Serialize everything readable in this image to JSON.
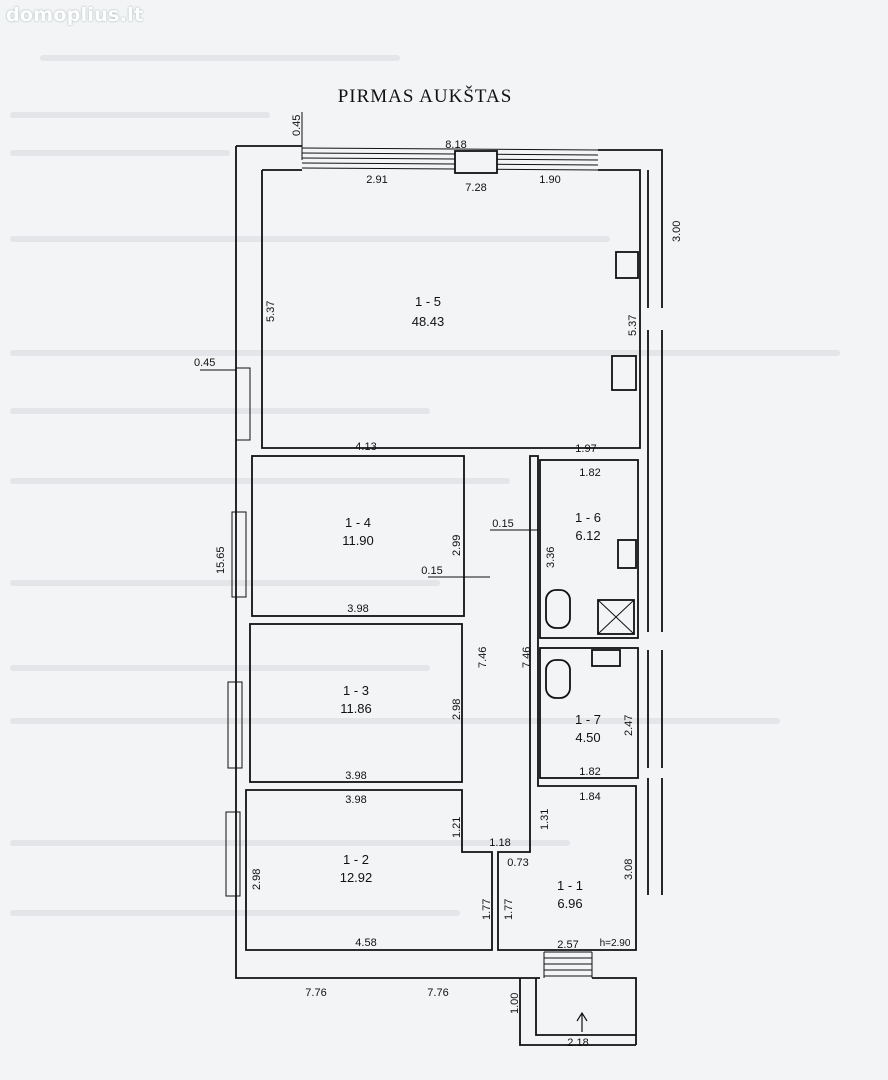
{
  "watermark": "domoplius.lt",
  "title": "PIRMAS AUKŠTAS",
  "rooms": [
    {
      "id": "1 - 5",
      "area": "48.43"
    },
    {
      "id": "1 - 4",
      "area": "11.90"
    },
    {
      "id": "1 - 3",
      "area": "11.86"
    },
    {
      "id": "1 - 2",
      "area": "12.92"
    },
    {
      "id": "1 - 6",
      "area": "6.12"
    },
    {
      "id": "1 - 7",
      "area": "4.50"
    },
    {
      "id": "1 - 1",
      "area": "6.96"
    }
  ],
  "dimensions": {
    "top_total": "8.18",
    "top_left": "2.91",
    "top_mid": "7.28",
    "top_right": "1.90",
    "wall_045_top": "0.45",
    "wall_045_left": "0.45",
    "left_537": "5.37",
    "right_537": "5.37",
    "right_300": "3.00",
    "total_1565": "15.65",
    "r5_bottom": "4.13",
    "r5_right_bottom": "1.97",
    "r6_top": "1.82",
    "r6_h": "3.36",
    "wall_015_a": "0.15",
    "wall_015_b": "0.15",
    "r4_h": "2.99",
    "r4_bottom": "3.98",
    "corr_left": "7.46",
    "corr_right": "7.46",
    "r3_h": "2.98",
    "r3_bottom": "3.98",
    "r2_top": "3.98",
    "r2_left": "2.98",
    "r2_bottom": "4.58",
    "r7_h": "2.47",
    "r7_bottom": "1.82",
    "r1_top": "1.84",
    "r1_h": "3.08",
    "c_121": "1.21",
    "c_131": "1.31",
    "c_118": "1.18",
    "c_073": "0.73",
    "c_177a": "1.77",
    "c_177b": "1.77",
    "entry_257": "2.57",
    "ceiling_h": "h=2.90",
    "bottom_left": "7.76",
    "bottom_right": "7.76",
    "porch_100": "1.00",
    "porch_218": "2.18"
  }
}
